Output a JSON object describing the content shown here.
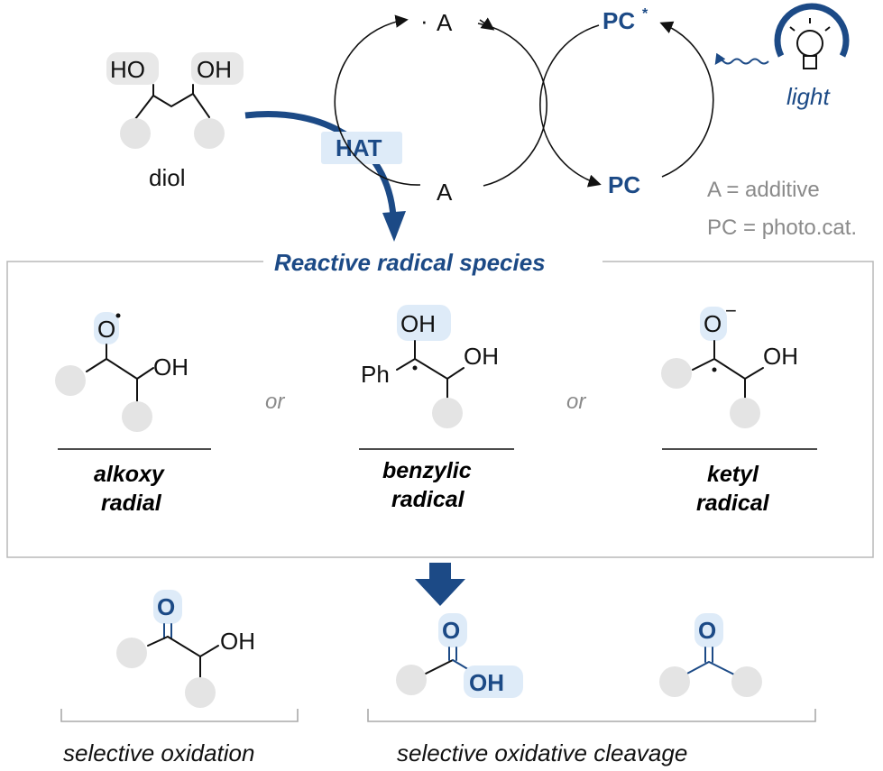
{
  "top": {
    "diol_label": "diol",
    "hydroxyl": "OH",
    "hydroxyl_left": "HO",
    "hat_label": "HAT",
    "radical_dot": "·",
    "additive_radical": "A",
    "additive": "A",
    "photocatalyst_excited": "PC",
    "excited_star": "*",
    "photocatalyst": "PC",
    "light_label": "light",
    "legend_additive": "A = additive",
    "legend_pc": "PC = photo.cat."
  },
  "middle": {
    "title": "Reactive radical species",
    "or_label": "or",
    "species": [
      {
        "name_line1": "alkoxy",
        "name_line2": "radial"
      },
      {
        "name_line1": "benzylic",
        "name_line2": "radical"
      },
      {
        "name_line1": "ketyl",
        "name_line2": "radical"
      }
    ],
    "alkoxy_O": "O",
    "alkoxy_OH": "OH",
    "benzylic_OH_top": "OH",
    "benzylic_OH_right": "OH",
    "benzylic_Ph": "Ph",
    "ketyl_O": "O",
    "ketyl_minus": "−",
    "ketyl_OH": "OH"
  },
  "bottom": {
    "ketone_O": "O",
    "ketone_OH": "OH",
    "acid_O": "O",
    "acid_OH": "OH",
    "carbonyl_O": "O",
    "label_left": "selective oxidation",
    "label_right": "selective oxidative cleavage"
  },
  "colors": {
    "accent": "#1c4a86",
    "highlight": "#deebf8",
    "substituent": "#e4e4e4"
  }
}
